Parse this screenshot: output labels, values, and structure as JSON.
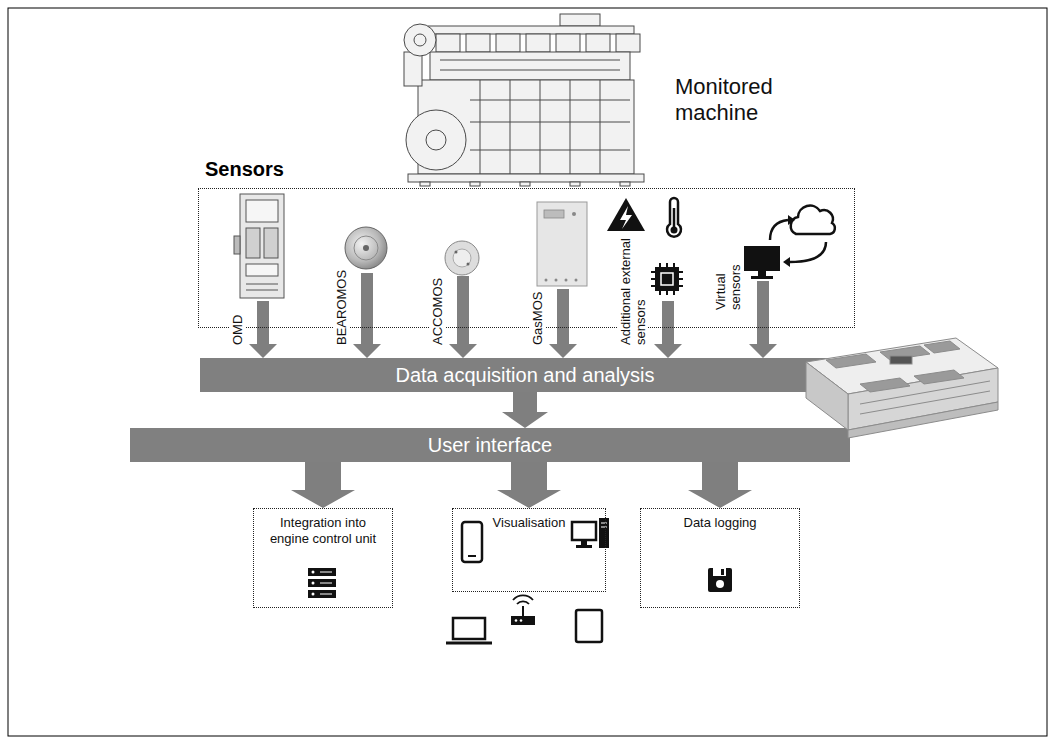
{
  "diagram": {
    "nodes": [
      {
        "text": [
          "Sensors"
        ]
      },
      {
        "text": [
          "OMD"
        ],
        "in": 0
      },
      {
        "text": [
          "BEAROMOS"
        ],
        "in": 0
      },
      {
        "text": [
          "ACCOMOS"
        ],
        "in": 0
      },
      {
        "text": [
          "GasMOS"
        ],
        "in": 0
      },
      {
        "text": [
          "Additional external sensors"
        ],
        "in": 0
      },
      {
        "text": [
          "Virtual sensors"
        ],
        "in": 0
      },
      {
        "text": [
          "Data acquisition and analysis"
        ]
      },
      {
        "text": [
          "User interface"
        ]
      },
      {
        "text": [
          "Integration into engine control unit"
        ]
      },
      {
        "text": [
          "Visualisation"
        ]
      },
      {
        "text": [
          "Data logging"
        ]
      }
    ],
    "edges": [
      {
        "from": 1,
        "to": 7,
        "arrow": "to"
      },
      {
        "from": 2,
        "to": 7,
        "arrow": "to"
      },
      {
        "from": 3,
        "to": 7,
        "arrow": "to"
      },
      {
        "from": 4,
        "to": 7,
        "arrow": "to"
      },
      {
        "from": 5,
        "to": 7,
        "arrow": "to"
      },
      {
        "from": 6,
        "to": 7,
        "arrow": "to"
      },
      {
        "from": 7,
        "to": 8,
        "arrow": "to"
      },
      {
        "from": 8,
        "to": 9,
        "arrow": "to"
      },
      {
        "from": 8,
        "to": 10,
        "arrow": "to"
      },
      {
        "from": 8,
        "to": 11,
        "arrow": "to"
      }
    ],
    "labels": [
      "Monitored machine"
    ]
  }
}
